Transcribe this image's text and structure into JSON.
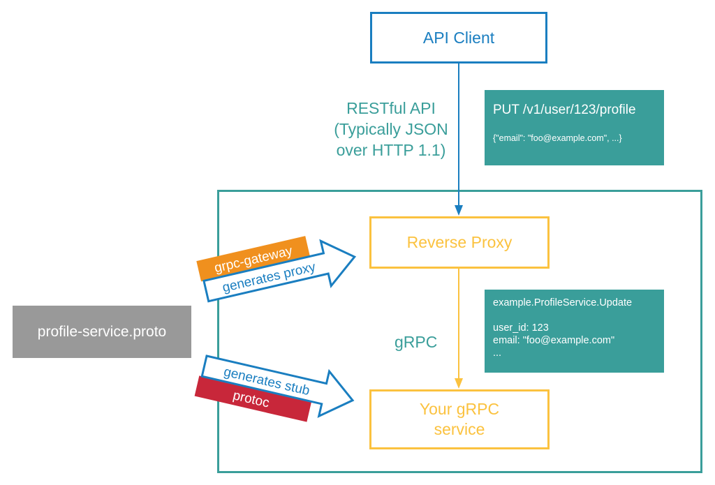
{
  "nodes": {
    "api_client": "API Client",
    "reverse_proxy": "Reverse Proxy",
    "grpc_service_line1": "Your gRPC",
    "grpc_service_line2": "service",
    "proto_file": "profile-service.proto"
  },
  "edges": {
    "rest": {
      "line1": "RESTful API",
      "line2": "(Typically JSON",
      "line3": "over HTTP 1.1)"
    },
    "grpc": "gRPC"
  },
  "request_example": {
    "title": "PUT /v1/user/123/profile",
    "body": "{\"email\": \"foo@example.com\", ...}"
  },
  "rpc_example": {
    "title": "example.ProfileService.Update",
    "line1": "user_id: 123",
    "line2": "email: \"foo@example.com\"",
    "line3": "..."
  },
  "generators": {
    "gateway": {
      "tool": "grpc-gateway",
      "action": "generates proxy"
    },
    "protoc": {
      "tool": "protoc",
      "action": "generates stub"
    }
  },
  "colors": {
    "teal": "#3a9e9a",
    "blue": "#1a7ec0",
    "yellow": "#fbc23f",
    "orange": "#f0901e",
    "red": "#c8273a",
    "gray": "#999999"
  }
}
